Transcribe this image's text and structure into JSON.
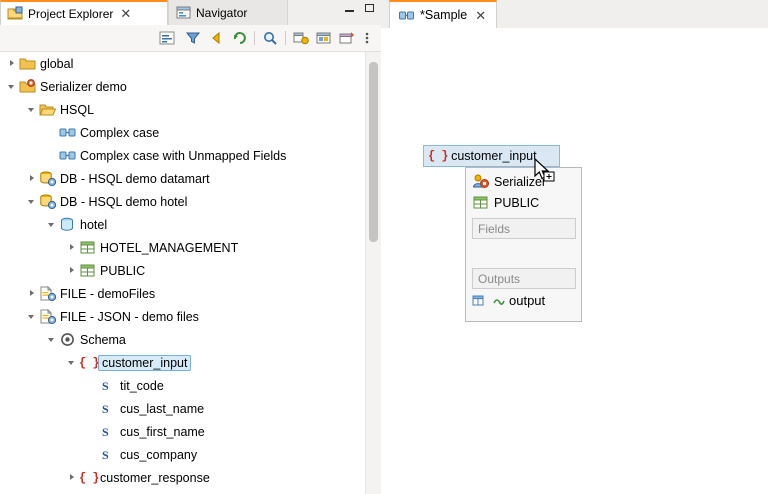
{
  "left_panel": {
    "tabs": [
      {
        "label": "Project Explorer",
        "icon": "project-explorer-icon",
        "active": true,
        "closable": true
      },
      {
        "label": "Navigator",
        "icon": "navigator-icon",
        "active": false,
        "closable": false
      }
    ],
    "window_buttons": [
      "minimize",
      "maximize"
    ],
    "toolbar_icons": [
      "collapse-all-icon",
      "filter-icon",
      "back-icon",
      "refresh-icon",
      "search-icon",
      "link-editor-icon",
      "perspective-icon",
      "import-icon",
      "view-menu-icon"
    ],
    "tree": [
      {
        "indent": 0,
        "arrow": "collapsed",
        "icon": "folder-icon",
        "label": "global",
        "selected": false
      },
      {
        "indent": 0,
        "arrow": "expanded",
        "icon": "project-icon",
        "label": "Serializer demo",
        "selected": false
      },
      {
        "indent": 1,
        "arrow": "expanded",
        "icon": "folder-open-icon",
        "label": "HSQL",
        "selected": false
      },
      {
        "indent": 2,
        "arrow": "none",
        "icon": "mapping-icon",
        "label": "Complex case",
        "selected": false
      },
      {
        "indent": 2,
        "arrow": "none",
        "icon": "mapping-icon",
        "label": "Complex case with Unmapped Fields",
        "selected": false
      },
      {
        "indent": 1,
        "arrow": "collapsed",
        "icon": "database-conn-icon",
        "label": "DB - HSQL demo datamart",
        "selected": false
      },
      {
        "indent": 1,
        "arrow": "expanded",
        "icon": "database-conn-icon",
        "label": "DB - HSQL demo hotel",
        "selected": false
      },
      {
        "indent": 2,
        "arrow": "expanded",
        "icon": "catalog-icon",
        "label": "hotel",
        "selected": false
      },
      {
        "indent": 3,
        "arrow": "collapsed",
        "icon": "schema-table-icon",
        "label": "HOTEL_MANAGEMENT",
        "selected": false
      },
      {
        "indent": 3,
        "arrow": "collapsed",
        "icon": "schema-table-icon",
        "label": "PUBLIC",
        "selected": false
      },
      {
        "indent": 1,
        "arrow": "collapsed",
        "icon": "file-conn-icon",
        "label": "FILE - demoFiles",
        "selected": false
      },
      {
        "indent": 1,
        "arrow": "expanded",
        "icon": "file-conn-icon",
        "label": "FILE - JSON - demo files",
        "selected": false
      },
      {
        "indent": 2,
        "arrow": "expanded",
        "icon": "schema-node-icon",
        "label": "Schema",
        "selected": false
      },
      {
        "indent": 3,
        "arrow": "expanded",
        "icon": "json-object-icon",
        "label": "customer_input",
        "selected": true
      },
      {
        "indent": 4,
        "arrow": "none",
        "icon": "string-field-icon",
        "label": "tit_code",
        "selected": false
      },
      {
        "indent": 4,
        "arrow": "none",
        "icon": "string-field-icon",
        "label": "cus_last_name",
        "selected": false
      },
      {
        "indent": 4,
        "arrow": "none",
        "icon": "string-field-icon",
        "label": "cus_first_name",
        "selected": false
      },
      {
        "indent": 4,
        "arrow": "none",
        "icon": "string-field-icon",
        "label": "cus_company",
        "selected": false
      },
      {
        "indent": 3,
        "arrow": "collapsed",
        "icon": "json-object-icon",
        "label": "customer_response",
        "selected": false
      }
    ]
  },
  "right_panel": {
    "tab": {
      "label": "*Sample",
      "icon": "mapping-icon",
      "closable": true
    },
    "node": {
      "title": "Serializer",
      "title_icon": "serializer-icon",
      "subtitle": "PUBLIC",
      "subtitle_icon": "table-icon",
      "fields_placeholder": "Fields",
      "outputs_label": "Outputs",
      "output_name": "output",
      "output_icon": "output-table-icon"
    },
    "drag_item": {
      "label": "customer_input",
      "icon": "json-object-icon"
    },
    "cursor": "drag-copy-cursor"
  },
  "colors": {
    "tab_accent": "#ff8c1a",
    "selection_fill": "#d6ebf7",
    "selection_border": "#7aaed6",
    "json_brace": "#cc2b1d",
    "panel_bg": "#f4f3f2"
  }
}
